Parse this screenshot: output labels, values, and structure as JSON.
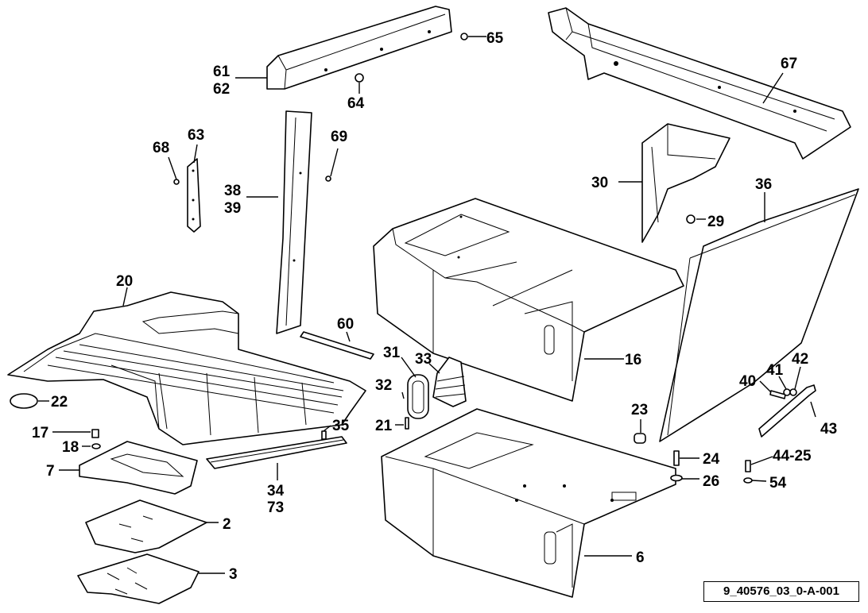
{
  "drawing_id": "9_40576_03_0-A-001",
  "labels": {
    "l2": "2",
    "l3": "3",
    "l6": "6",
    "l7": "7",
    "l16": "16",
    "l17": "17",
    "l18": "18",
    "l20": "20",
    "l21": "21",
    "l22": "22",
    "l23": "23",
    "l24": "24",
    "l26": "26",
    "l29": "29",
    "l30": "30",
    "l31": "31",
    "l32": "32",
    "l33": "33",
    "l34": "34",
    "l35": "35",
    "l36": "36",
    "l38": "38",
    "l39": "39",
    "l40": "40",
    "l41": "41",
    "l42": "42",
    "l43": "43",
    "l44_25": "44-25",
    "l54": "54",
    "l60": "60",
    "l61": "61",
    "l62": "62",
    "l63": "63",
    "l64": "64",
    "l65": "65",
    "l67": "67",
    "l68": "68",
    "l69": "69",
    "l73": "73"
  }
}
